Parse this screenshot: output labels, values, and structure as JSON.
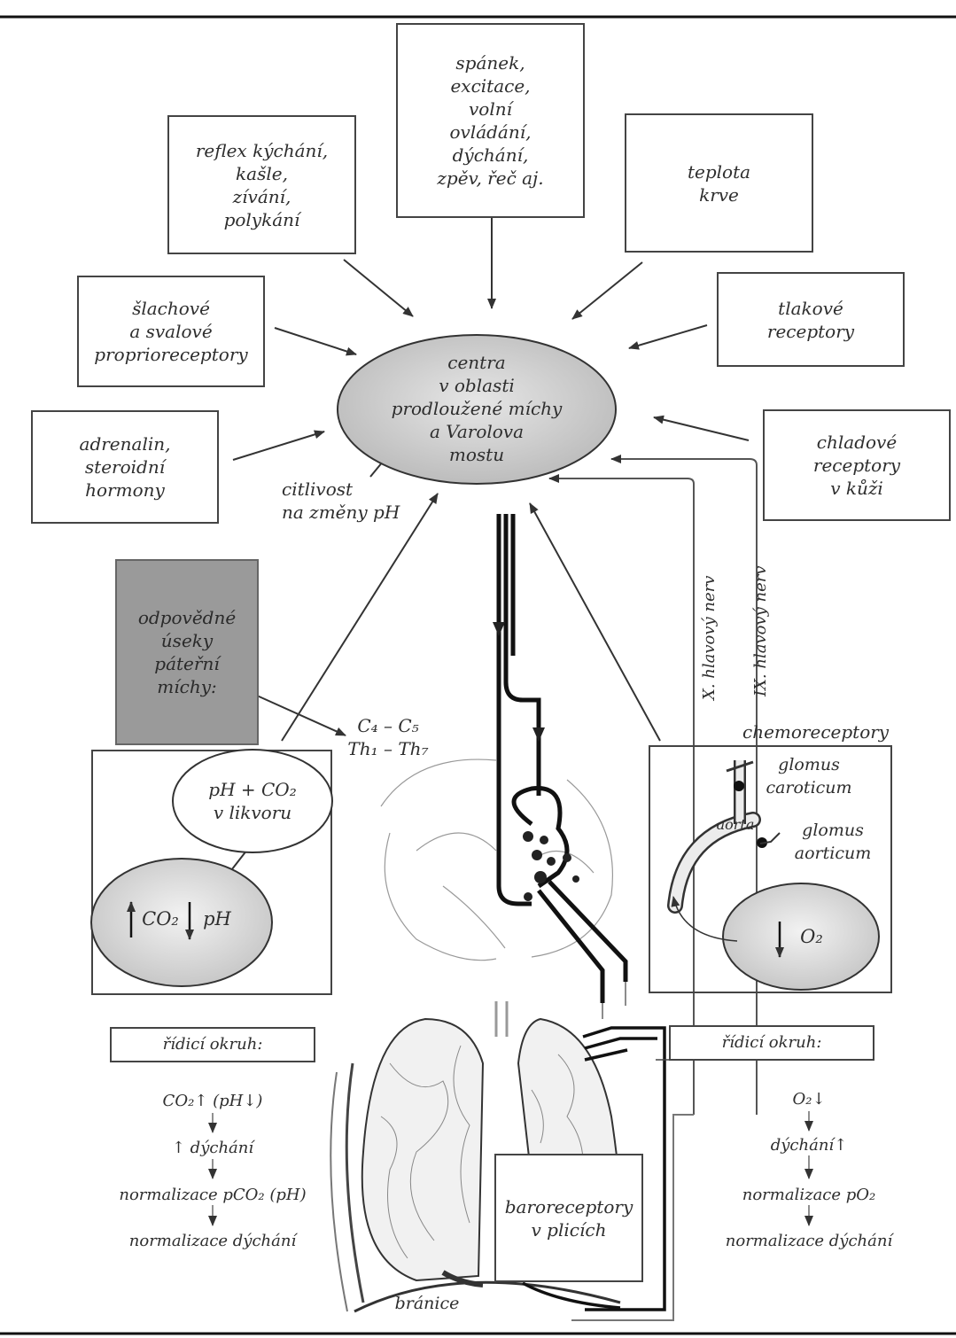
{
  "influences": {
    "sleep": [
      "spánek,",
      "excitace,",
      "volní",
      "ovládání,",
      "dýchání,",
      "zpěv, řeč aj."
    ],
    "reflexes": [
      "reflex kýchání,",
      "kašle,",
      "zívání,",
      "polykání"
    ],
    "blood_temp": [
      "teplota",
      "krve"
    ],
    "proprio": [
      "šlachové",
      "a svalové",
      "proprioreceptory"
    ],
    "pressure": [
      "tlakové",
      "receptory"
    ],
    "hormones": [
      "adrenalin,",
      "steroidní",
      "hormony"
    ],
    "cold": [
      "chladové",
      "receptory",
      "v kůži"
    ]
  },
  "center": [
    "centra",
    "v oblasti",
    "prodloužené míchy",
    "a Varolova",
    "mostu"
  ],
  "ph_sensitivity": [
    "citlivost",
    "na změny pH"
  ],
  "spinal": [
    "odpovědné",
    "úseky",
    "páteřní",
    "míchy:"
  ],
  "segments": [
    "C₄ – C₅",
    "Th₁ – Th₇"
  ],
  "csf": [
    "pH + CO₂",
    "v likvoru"
  ],
  "blood_left": {
    "co2": "CO₂",
    "ph": "pH"
  },
  "nerves": {
    "x": "X. hlavový nerv",
    "ix": "IX. hlavový nerv"
  },
  "chemo": {
    "title": "chemoreceptory",
    "carotid": [
      "glomus",
      "caroticum"
    ],
    "aortic": [
      "glomus",
      "aorticum"
    ],
    "aorta": "aorta",
    "o2": "O₂"
  },
  "circuit_left": {
    "title": "řídicí okruh:",
    "steps": [
      "CO₂↑ (pH↓)",
      "↑ dýchání",
      "normalizace pCO₂ (pH)",
      "normalizace dýchání"
    ]
  },
  "circuit_right": {
    "title": "řídicí okruh:",
    "steps": [
      "O₂↓",
      "dýchání↑",
      "normalizace pO₂",
      "normalizace dýchání"
    ]
  },
  "baro": [
    "baroreceptory",
    "v plicích"
  ],
  "diaphragm": "bránice"
}
